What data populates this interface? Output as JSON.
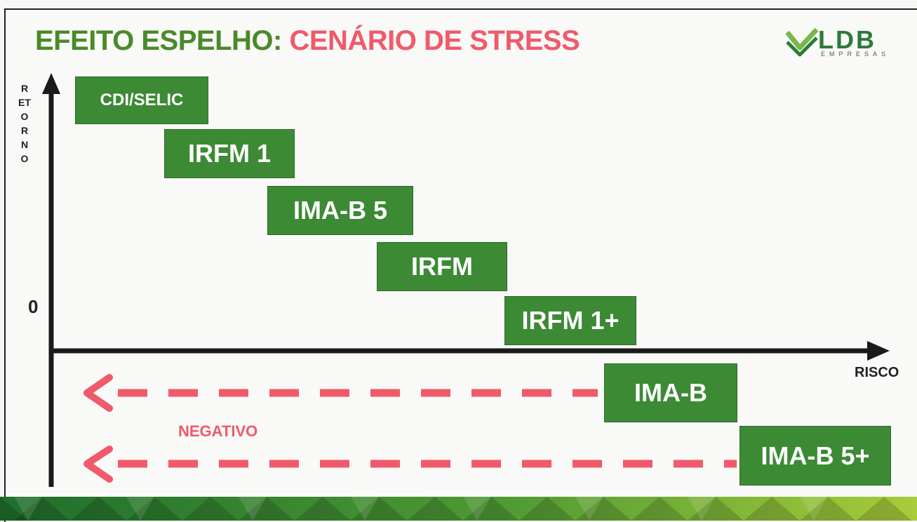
{
  "title": {
    "part1": "EFEITO ESPELHO:",
    "part2": "CENÁRIO DE STRESS"
  },
  "logo": {
    "name": "LDB",
    "subtitle": "EMPRESAS",
    "icon": "ldb-logo-icon"
  },
  "axes": {
    "y_label": "RETORNO",
    "x_label": "RISCO",
    "zero_label": "0"
  },
  "negative_label": "NEGATIVO",
  "indices": [
    {
      "label": "CDI/SELIC",
      "position": "positive"
    },
    {
      "label": "IRFM 1",
      "position": "positive"
    },
    {
      "label": "IMA-B 5",
      "position": "positive"
    },
    {
      "label": "IRFM",
      "position": "positive"
    },
    {
      "label": "IRFM 1+",
      "position": "positive"
    },
    {
      "label": "IMA-B",
      "position": "negative"
    },
    {
      "label": "IMA-B 5+",
      "position": "negative"
    }
  ],
  "colors": {
    "green": "#3d8a35",
    "title_green": "#4a8a2a",
    "accent_red": "#f05a6a"
  }
}
